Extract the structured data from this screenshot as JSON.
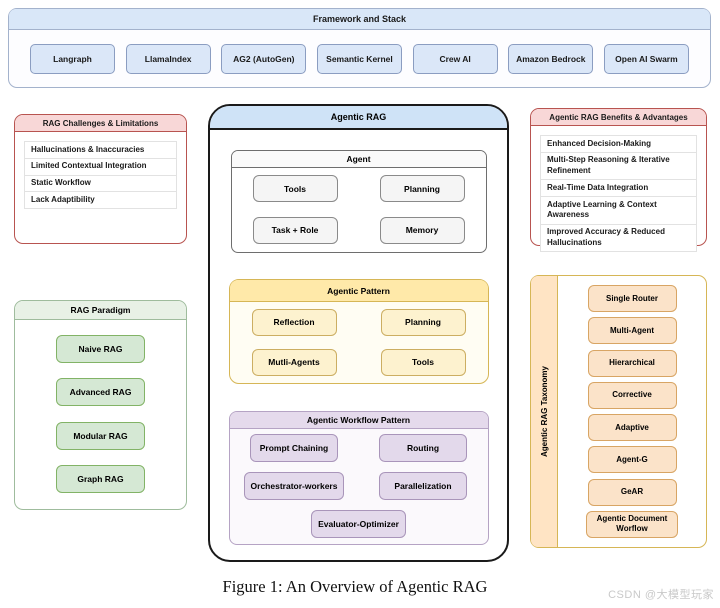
{
  "framework": {
    "title": "Framework and Stack",
    "items": [
      "Langraph",
      "LlamaIndex",
      "AG2 (AutoGen)",
      "Semantic Kernel",
      "Crew AI",
      "Amazon Bedrock",
      "Open AI Swarm"
    ]
  },
  "challenges": {
    "title": "RAG Challenges & Limitations",
    "items": [
      "Hallucinations & Inaccuracies",
      "Limited Contextual Integration",
      "Static Workflow",
      "Lack Adaptibility"
    ]
  },
  "paradigm": {
    "title": "RAG Paradigm",
    "items": [
      "Naive RAG",
      "Advanced RAG",
      "Modular RAG",
      "Graph RAG"
    ]
  },
  "agentic_rag": {
    "title": "Agentic RAG",
    "agent": {
      "title": "Agent",
      "items": [
        "Tools",
        "Planning",
        "Task + Role",
        "Memory"
      ]
    },
    "pattern": {
      "title": "Agentic Pattern",
      "items": [
        "Reflection",
        "Planning",
        "Mutli-Agents",
        "Tools"
      ]
    },
    "workflow": {
      "title": "Agentic Workflow Pattern",
      "items": [
        "Prompt Chaining",
        "Routing",
        "Orchestrator-workers",
        "Parallelization",
        "Evaluator-Optimizer"
      ]
    }
  },
  "benefits": {
    "title": "Agentic RAG Benefits & Advantages",
    "items": [
      "Enhanced Decision-Making",
      "Multi-Step Reasoning & Iterative Refinement",
      "Real-Time Data Integration",
      "Adaptive Learning & Context Awareness",
      "Improved Accuracy & Reduced Hallucinations"
    ]
  },
  "taxonomy": {
    "title": "Agentic RAG Taxonomy",
    "items": [
      "Single Router",
      "Multi-Agent",
      "Hierarchical",
      "Corrective",
      "Adaptive",
      "Agent-G",
      "GeAR",
      "Agentic Document Worflow"
    ]
  },
  "caption": "Figure 1: An Overview of Agentic RAG",
  "watermark": "CSDN @大模型玩家",
  "colors": {
    "blue_header": "#cfe3f7",
    "blue_item": "#dbe7f8",
    "red_border": "#b85450",
    "red_header": "#f8d7d7",
    "green_fill": "#d5e8d4",
    "green_border": "#82b366",
    "yellow_header": "#ffe9a9",
    "yellow_fill": "#fdf2cf",
    "yellow_border": "#d6b656",
    "purple_header": "#e5daec",
    "purple_fill": "#e3d9eb",
    "orange_strip": "#ffe4c4",
    "orange_fill": "#fbe3c9",
    "gray_fill": "#f5f5f5"
  }
}
